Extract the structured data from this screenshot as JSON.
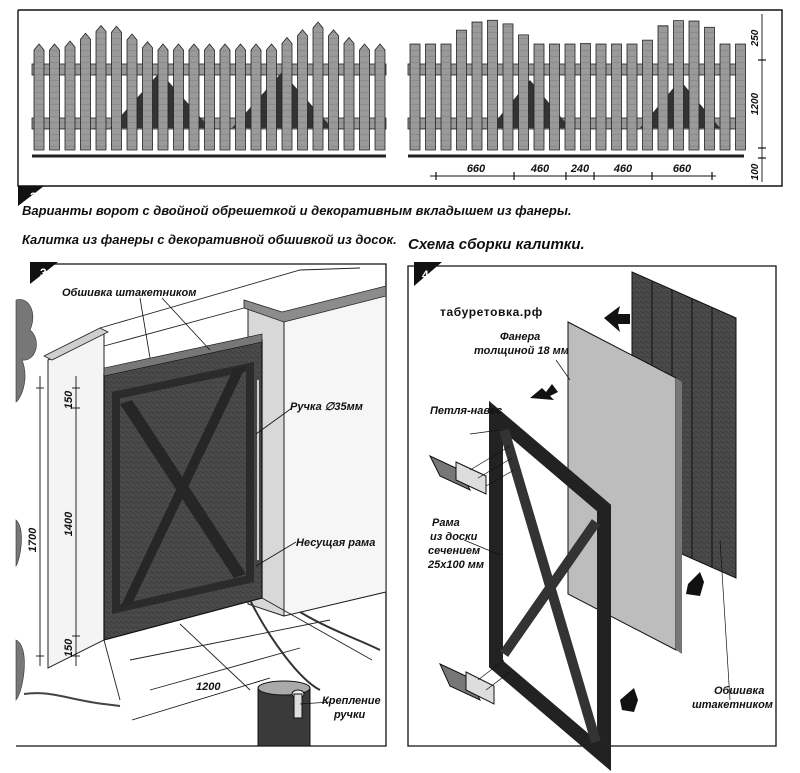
{
  "fig2": {
    "number": "2",
    "caption": "Варианты ворот с двойной обрешеткой и декоративным вкладышем из фанеры.",
    "dims_bottom": [
      "660",
      "460",
      "240",
      "460",
      "660"
    ],
    "dims_right": [
      "250",
      "1200",
      "100"
    ]
  },
  "fig3": {
    "number": "3",
    "caption": "Калитка из фанеры с декоративной обшивкой из досок.",
    "labels": {
      "cladding": "Обшивка штакетником",
      "handle": "Ручка ∅35мм",
      "frame": "Несущая рама",
      "handle_mount_1": "Крепление",
      "handle_mount_2": "ручки"
    },
    "dims": [
      "150",
      "1400",
      "1700",
      "150",
      "1200"
    ]
  },
  "fig4": {
    "number": "4",
    "title": "Схема сборки калитки.",
    "labels": {
      "site": "табуретовка.рф",
      "plywood_1": "Фанера",
      "plywood_2": "толщиной 18 мм",
      "hinge": "Петля-навес",
      "frame_1": "Рама",
      "frame_2": "из доски",
      "frame_3": "сечением",
      "frame_4": "25x100 мм",
      "cladding_1": "Обшивка",
      "cladding_2": "штакетником"
    }
  }
}
